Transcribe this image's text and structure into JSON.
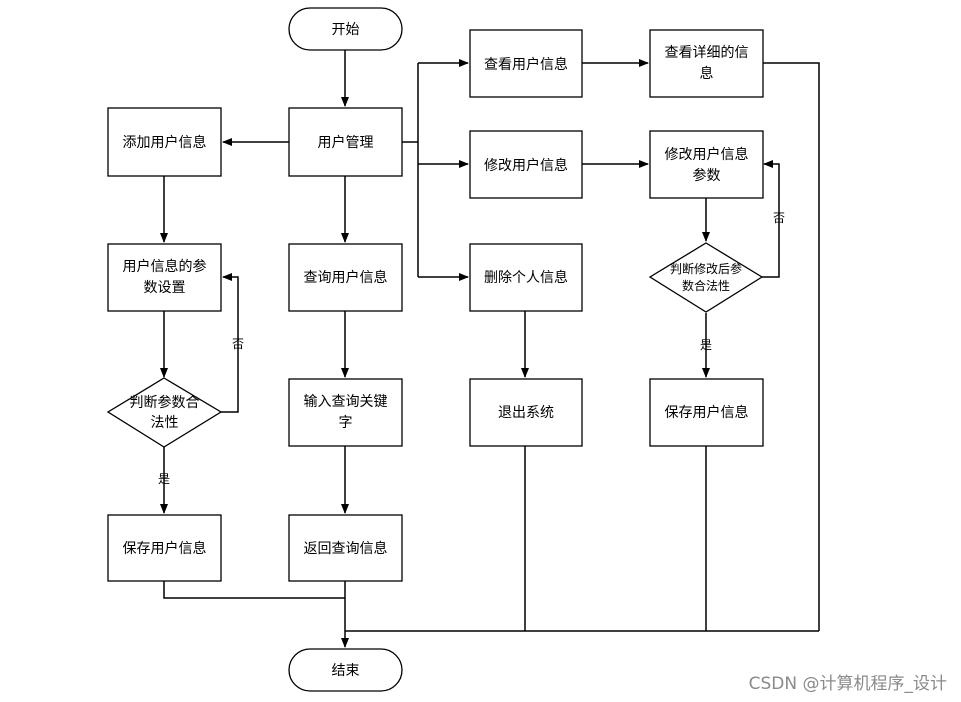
{
  "flowchart": {
    "nodes": {
      "start": "开始",
      "end": "结束",
      "user_mgmt": "用户管理",
      "add_user": "添加用户信息",
      "param_setting": [
        "用户信息的参",
        "数设置"
      ],
      "judge1": [
        "判断参数合",
        "法性"
      ],
      "save1": "保存用户信息",
      "query_user": "查询用户信息",
      "input_keyword": [
        "输入查询关键",
        "字"
      ],
      "return_query": "返回查询信息",
      "view_user": "查看用户信息",
      "view_detail": [
        "查看详细的信",
        "息"
      ],
      "modify_user": "修改用户信息",
      "modify_param": [
        "修改用户信息",
        "参数"
      ],
      "judge2": [
        "判断修改后参",
        "数合法性"
      ],
      "save2": "保存用户信息",
      "delete_personal": "删除个人信息",
      "logout": "退出系统"
    },
    "edge_labels": {
      "no": "否",
      "yes": "是"
    }
  },
  "watermark": "CSDN @计算机程序_设计"
}
